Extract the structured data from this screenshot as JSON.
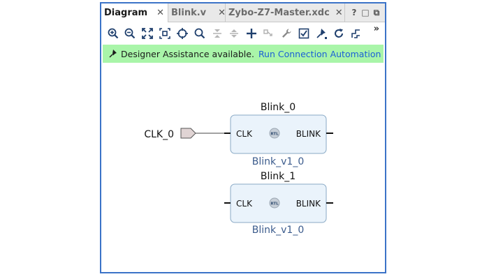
{
  "tabs": [
    {
      "label": "Diagram",
      "active": true
    },
    {
      "label": "Blink.v",
      "active": false
    },
    {
      "label": "Zybo-Z7-Master.xdc",
      "active": false
    }
  ],
  "tab_controls": {
    "help": "?",
    "restore": "□",
    "float": "⧉"
  },
  "toolbar": {
    "tools": [
      "zoom-in-icon",
      "zoom-out-icon",
      "fit-icon",
      "zoom-area-icon",
      "center-icon",
      "search-icon",
      "collapse-icon",
      "expand-icon",
      "add-ip-icon",
      "make-connection-icon",
      "properties-icon",
      "validate-icon",
      "pin-icon",
      "regenerate-icon",
      "optimize-routing-icon"
    ],
    "overflow": "»"
  },
  "banner": {
    "message": "Designer Assistance available.",
    "link": "Run Connection Automation"
  },
  "diagram": {
    "port": {
      "label": "CLK_0"
    },
    "blocks": [
      {
        "name": "Blink_0",
        "input": "CLK",
        "output": "BLINK",
        "badge": "RTL",
        "type": "Blink_v1_0"
      },
      {
        "name": "Blink_1",
        "input": "CLK",
        "output": "BLINK",
        "badge": "RTL",
        "type": "Blink_v1_0"
      }
    ]
  },
  "colors": {
    "accent": "#3b73c8",
    "banner_bg": "#a9f5a9",
    "link": "#1a5fd6",
    "block_fill": "#eaf3fb",
    "block_border": "#8aaac6",
    "block_type_text": "#3b5b8c",
    "port_fill": "#e0d4d4"
  }
}
